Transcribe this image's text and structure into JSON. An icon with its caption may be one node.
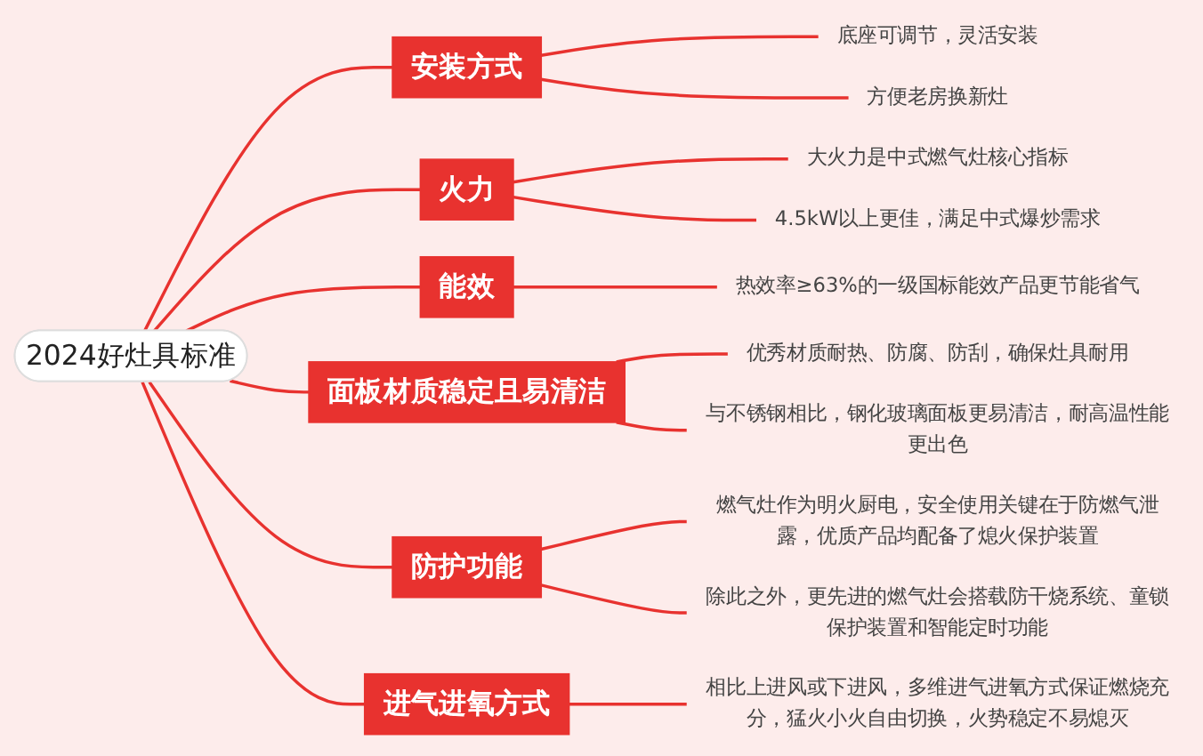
{
  "diagram": {
    "nodes": [
      {
        "text": [
          "2024好灶具标准"
        ]
      },
      {
        "text": [
          "安装方式"
        ]
      },
      {
        "text": [
          "底座可调节，灵活安装"
        ]
      },
      {
        "text": [
          "方便老房换新灶"
        ]
      },
      {
        "text": [
          "火力"
        ]
      },
      {
        "text": [
          "大火力是中式燃气灶核心指标"
        ]
      },
      {
        "text": [
          "4.5kW以上更佳，满足中式爆炒需求"
        ]
      },
      {
        "text": [
          "能效"
        ]
      },
      {
        "text": [
          "热效率≥63%的一级国标能效产品更节能省气"
        ]
      },
      {
        "text": [
          "面板材质稳定且易清洁"
        ]
      },
      {
        "text": [
          "优秀材质耐热、防腐、防刮，确保灶具耐用"
        ]
      },
      {
        "text": [
          "与不锈钢相比，钢化玻璃面板更易清洁，耐高温性能更出色"
        ]
      },
      {
        "text": [
          "防护功能"
        ]
      },
      {
        "text": [
          "燃气灶作为明火厨电，安全使用关键在于防燃气泄露，优质产品均配备了熄火保护装置"
        ]
      },
      {
        "text": [
          "除此之外，更先进的燃气灶会搭载防干烧系统、童锁保护装置和智能定时功能"
        ]
      },
      {
        "text": [
          "进气进氧方式"
        ]
      },
      {
        "text": [
          "相比上进风或下进风，多维进气进氧方式保证燃烧充分，猛火小火自由切换，火势稳定不易熄灭"
        ]
      }
    ],
    "edges": [
      {
        "from": 0,
        "to": 1,
        "arrow": "none"
      },
      {
        "from": 1,
        "to": 2,
        "arrow": "none"
      },
      {
        "from": 1,
        "to": 3,
        "arrow": "none"
      },
      {
        "from": 0,
        "to": 4,
        "arrow": "none"
      },
      {
        "from": 4,
        "to": 5,
        "arrow": "none"
      },
      {
        "from": 4,
        "to": 6,
        "arrow": "none"
      },
      {
        "from": 0,
        "to": 7,
        "arrow": "none"
      },
      {
        "from": 7,
        "to": 8,
        "arrow": "none"
      },
      {
        "from": 0,
        "to": 9,
        "arrow": "none"
      },
      {
        "from": 9,
        "to": 10,
        "arrow": "none"
      },
      {
        "from": 9,
        "to": 11,
        "arrow": "none"
      },
      {
        "from": 0,
        "to": 12,
        "arrow": "none"
      },
      {
        "from": 12,
        "to": 13,
        "arrow": "none"
      },
      {
        "from": 12,
        "to": 14,
        "arrow": "none"
      },
      {
        "from": 0,
        "to": 15,
        "arrow": "none"
      },
      {
        "from": 15,
        "to": 16,
        "arrow": "none"
      }
    ]
  }
}
